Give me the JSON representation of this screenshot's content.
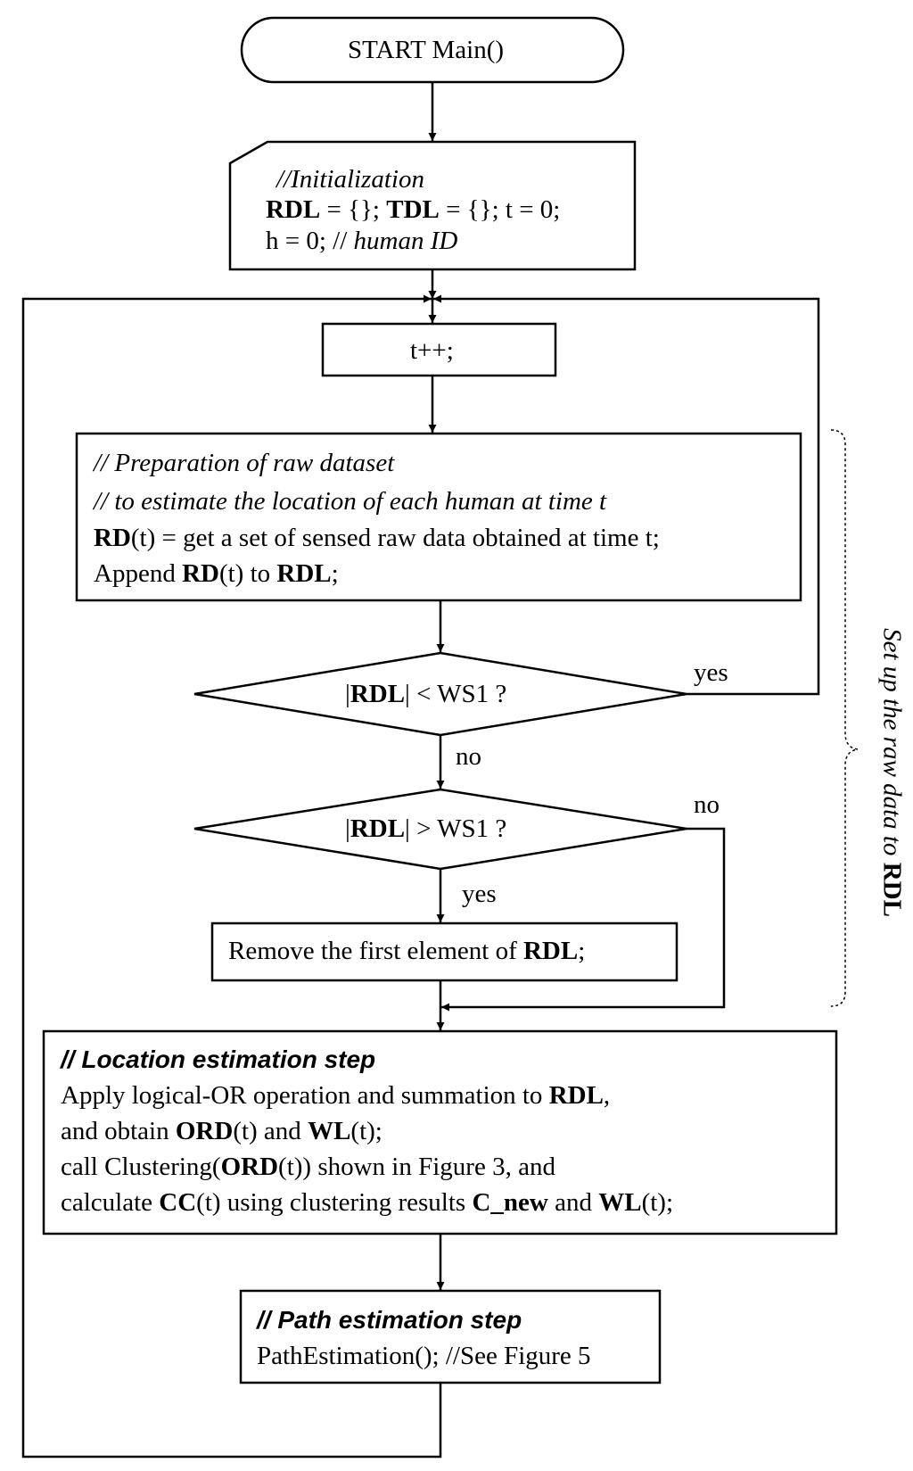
{
  "start": {
    "label": "START Main()"
  },
  "init": {
    "comment": "//Initialization",
    "line2": {
      "a": "RDL",
      "b": " = {}; ",
      "c": "TDL",
      "d": " = {}; t = 0;"
    },
    "line3": {
      "a": "h = 0; // ",
      "b": "human ID"
    }
  },
  "increment": {
    "label": "t++;"
  },
  "prep": {
    "comment1": "// Preparation of raw dataset",
    "comment2": "// to estimate the location of each human at time t",
    "line3": {
      "a": "RD",
      "b": "(t) = get a set of sensed raw data obtained at time t;"
    },
    "line4": {
      "a": "Append ",
      "b": "RD",
      "c": "(t) to ",
      "d": "RDL",
      "e": ";"
    }
  },
  "decision1": {
    "a": "|",
    "b": "RDL",
    "c": "| < WS1 ?",
    "yes": "yes",
    "no": "no"
  },
  "decision2": {
    "a": "|",
    "b": "RDL",
    "c": "| > WS1 ?",
    "yes": "yes",
    "no": "no"
  },
  "remove": {
    "a": "Remove the first element of ",
    "b": "RDL",
    "c": ";"
  },
  "location": {
    "heading": "// Location estimation step",
    "line1": {
      "a": "Apply logical-OR operation and summation to ",
      "b": "RDL",
      "c": ","
    },
    "line2": {
      "a": "and obtain ",
      "b": "ORD",
      "c": "(t) and ",
      "d": "WL",
      "e": "(t);"
    },
    "line3": {
      "a": "call Clustering(",
      "b": "ORD",
      "c": "(t)) shown in Figure 3, and"
    },
    "line4": {
      "a": "calculate ",
      "b": "CC",
      "c": "(t) using clustering results ",
      "d": "C_new",
      "e": " and ",
      "f": "WL",
      "g": "(t);"
    }
  },
  "path": {
    "heading": "// Path estimation step",
    "line1": "PathEstimation(); //See Figure 5"
  },
  "brace_label": {
    "a": "Set up the raw data to ",
    "b": "RDL"
  }
}
